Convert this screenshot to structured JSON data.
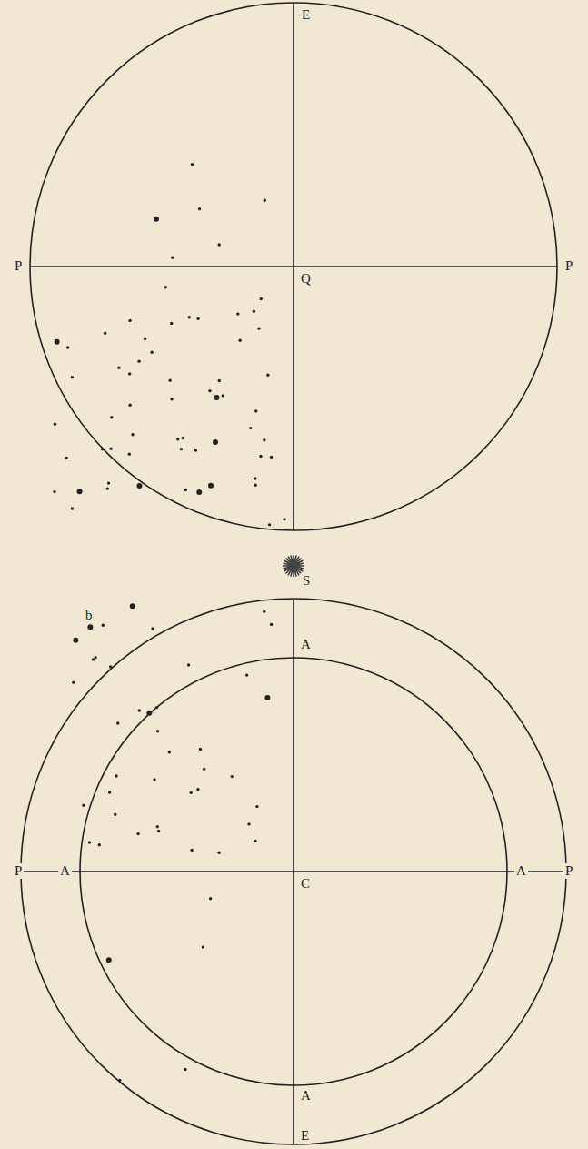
{
  "diagram": {
    "labels": [
      "E",
      "P",
      "Q",
      "P",
      "S",
      "P",
      "A",
      "C",
      "A",
      "P",
      "A",
      "A",
      "E",
      "b"
    ]
  }
}
